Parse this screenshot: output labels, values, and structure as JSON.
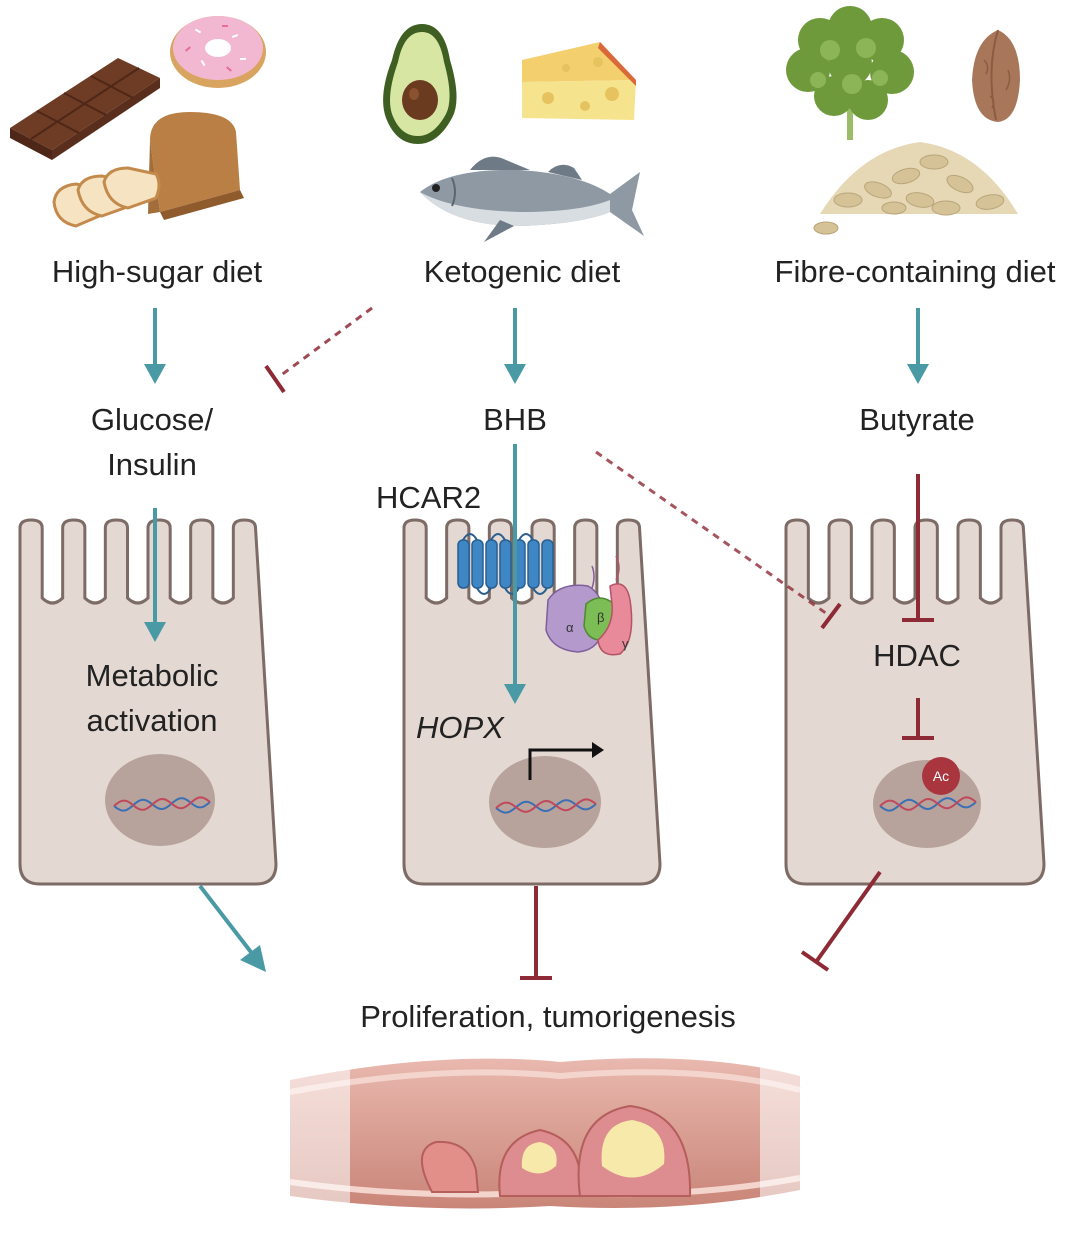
{
  "diets": {
    "high_sugar": "High-sugar diet",
    "ketogenic": "Ketogenic diet",
    "fibre": "Fibre-containing diet"
  },
  "metabolites": {
    "glucose_line1": "Glucose/",
    "glucose_line2": "Insulin",
    "bhb": "BHB",
    "butyrate": "Butyrate"
  },
  "cell_labels": {
    "metabolic_line1": "Metabolic",
    "metabolic_line2": "activation",
    "receptor": "HCAR2",
    "gene": "HOPX",
    "enzyme": "HDAC",
    "acetyl": "Ac",
    "g_alpha": "α",
    "g_beta": "β",
    "g_gamma": "γ"
  },
  "outcome": "Proliferation, tumorigenesis",
  "colors": {
    "activation_arrow": "#4a9aa5",
    "inhibition": "#8e2a35",
    "cell_fill": "#e4d8d3",
    "cell_stroke": "#7d6b66",
    "nucleus": "#b8a39c",
    "text": "#222222"
  },
  "icons": [
    "chocolate-bar-icon",
    "donut-icon",
    "bread-loaf-icon",
    "avocado-icon",
    "cheese-icon",
    "fish-icon",
    "kale-icon",
    "almond-icon",
    "oats-pile-icon",
    "dna-icon",
    "colon-tissue-icon",
    "g-protein-icon",
    "receptor-icon"
  ]
}
